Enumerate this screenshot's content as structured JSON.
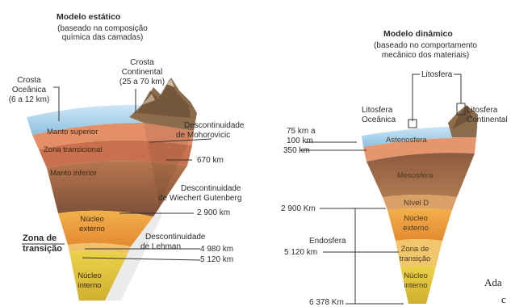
{
  "static_model": {
    "title": "Modelo estático",
    "subtitle_1": "(baseado na composição",
    "subtitle_2": "química das camadas)",
    "oceanic_crust_1": "Crosta",
    "oceanic_crust_2": "Oceânica",
    "oceanic_crust_3": "(6 a 12 km)",
    "continental_crust_1": "Crosta",
    "continental_crust_2": "Continental",
    "continental_crust_3": "(25 a 70 km)",
    "upper_mantle": "Manto superior",
    "transition_zone": "Zona transicional",
    "lower_mantle": "Manto inferior",
    "outer_core_1": "Núcleo",
    "outer_core_2": "externo",
    "inner_core_1": "Núcleo",
    "inner_core_2": "interno",
    "moho_1": "Descontinuidade",
    "moho_2": "de Mohorovicic",
    "depth_670": "670 km",
    "wg_1": "Descontinuidade",
    "wg_2": "de Wiechert Gutenberg",
    "depth_2900": "2 900 km",
    "lehman_1": "Descontinuidade",
    "lehman_2": "de Lehman",
    "depth_4980": "4 980 km",
    "depth_5120": "5 120 km",
    "zone_transition_1": "Zona de",
    "zone_transition_2": "transição"
  },
  "dynamic_model": {
    "title": "Modelo dinâmico",
    "subtitle_1": "(baseado no comportamento",
    "subtitle_2": "mecânico dos materiais)",
    "lithosphere": "Litosfera",
    "oceanic_litho_1": "Litosfera",
    "oceanic_litho_2": "Oceânica",
    "continental_litho_1": "Litosfera",
    "continental_litho_2": "Continental",
    "depth_75_1": "75 km a",
    "depth_75_2": "100 km",
    "depth_350": "350 km",
    "asthenosphere": "Astenosfera",
    "mesosphere": "Mesosfera",
    "level_d": "Nível D",
    "outer_core_1": "Núcleo",
    "outer_core_2": "externo",
    "transition_1": "Zona de",
    "transition_2": "transição",
    "inner_core_1": "Núcleo",
    "inner_core_2": "interno",
    "depth_2900": "2 900 Km",
    "depth_5120": "5 120 km",
    "endosphere": "Endosfera",
    "depth_6378": "6 378 Km"
  },
  "caption": {
    "line_1": "Ada",
    "line_2": "c"
  },
  "colors": {
    "ocean": "#9ec9e6",
    "upper_mantle": "#e3906a",
    "transition": "#c9734f",
    "lower_mantle": "#8a5b42",
    "outer_core": "#f0a040",
    "inner_core": "#e8d040",
    "mountain": "#8a6a48"
  }
}
